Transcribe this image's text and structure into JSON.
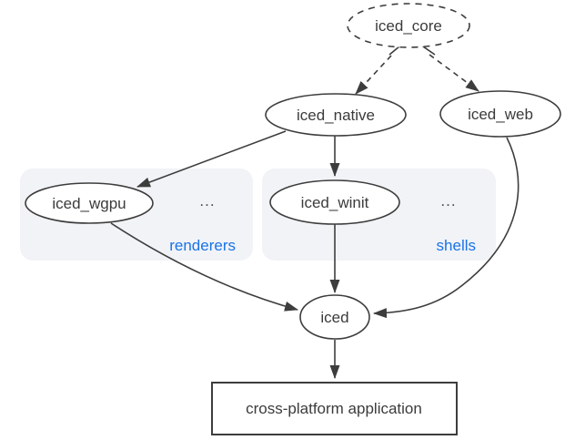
{
  "diagram": {
    "nodes": {
      "iced_core": {
        "label": "iced_core",
        "shape": "ellipse-dashed"
      },
      "iced_native": {
        "label": "iced_native",
        "shape": "ellipse"
      },
      "iced_web": {
        "label": "iced_web",
        "shape": "ellipse"
      },
      "iced_wgpu": {
        "label": "iced_wgpu",
        "shape": "ellipse"
      },
      "iced_winit": {
        "label": "iced_winit",
        "shape": "ellipse"
      },
      "iced": {
        "label": "iced",
        "shape": "ellipse"
      },
      "application": {
        "label": "cross-platform application",
        "shape": "rectangle"
      }
    },
    "clusters": {
      "renderers": {
        "label": "renderers",
        "ellipsis": "...",
        "contains": [
          "iced_wgpu"
        ]
      },
      "shells": {
        "label": "shells",
        "ellipsis": "...",
        "contains": [
          "iced_winit"
        ]
      }
    },
    "edges": [
      {
        "from": "iced_core",
        "to": "iced_native",
        "style": "dashed"
      },
      {
        "from": "iced_core",
        "to": "iced_web",
        "style": "dashed"
      },
      {
        "from": "iced_native",
        "to": "iced_wgpu",
        "style": "solid"
      },
      {
        "from": "iced_native",
        "to": "iced_winit",
        "style": "solid"
      },
      {
        "from": "iced_wgpu",
        "to": "iced",
        "style": "solid"
      },
      {
        "from": "iced_winit",
        "to": "iced",
        "style": "solid"
      },
      {
        "from": "iced_web",
        "to": "iced",
        "style": "solid"
      },
      {
        "from": "iced",
        "to": "application",
        "style": "solid"
      }
    ],
    "colors": {
      "accent_blue": "#1a73e8",
      "stroke": "#3d3d3d",
      "cluster_fill": "#f1f3f6",
      "background": "#ffffff"
    }
  }
}
